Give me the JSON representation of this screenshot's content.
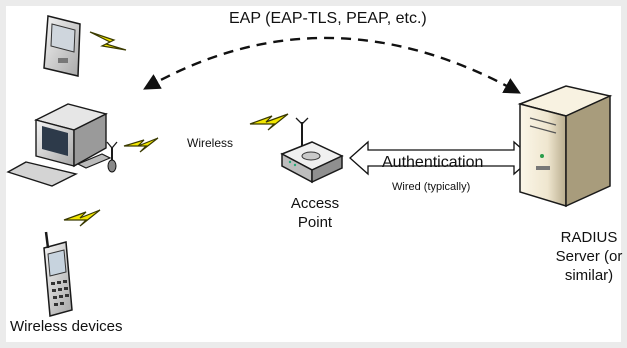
{
  "labels": {
    "eap": "EAP (EAP-TLS, PEAP, etc.)",
    "wireless": "Wireless",
    "access_point_line1": "Access",
    "access_point_line2": "Point",
    "authentication": "Authentication",
    "wired": "Wired (typically)",
    "radius_line1": "RADIUS",
    "radius_line2": "Server (or",
    "radius_line3": "similar)",
    "wireless_devices": "Wireless devices"
  },
  "icons": {
    "pda": "pda-icon",
    "desktop": "desktop-computer-icon",
    "phone": "mobile-phone-icon",
    "access_point": "access-point-icon",
    "server": "radius-server-icon",
    "signal": "lightning-bolt-icon"
  },
  "colors": {
    "bolt": "#f2e600",
    "bolt_outline": "#3a3a00",
    "device_body": "#d9d9d9",
    "device_outline": "#1a1a1a",
    "arrow_fill": "#ffffff",
    "server_body": "#efe6cf"
  }
}
